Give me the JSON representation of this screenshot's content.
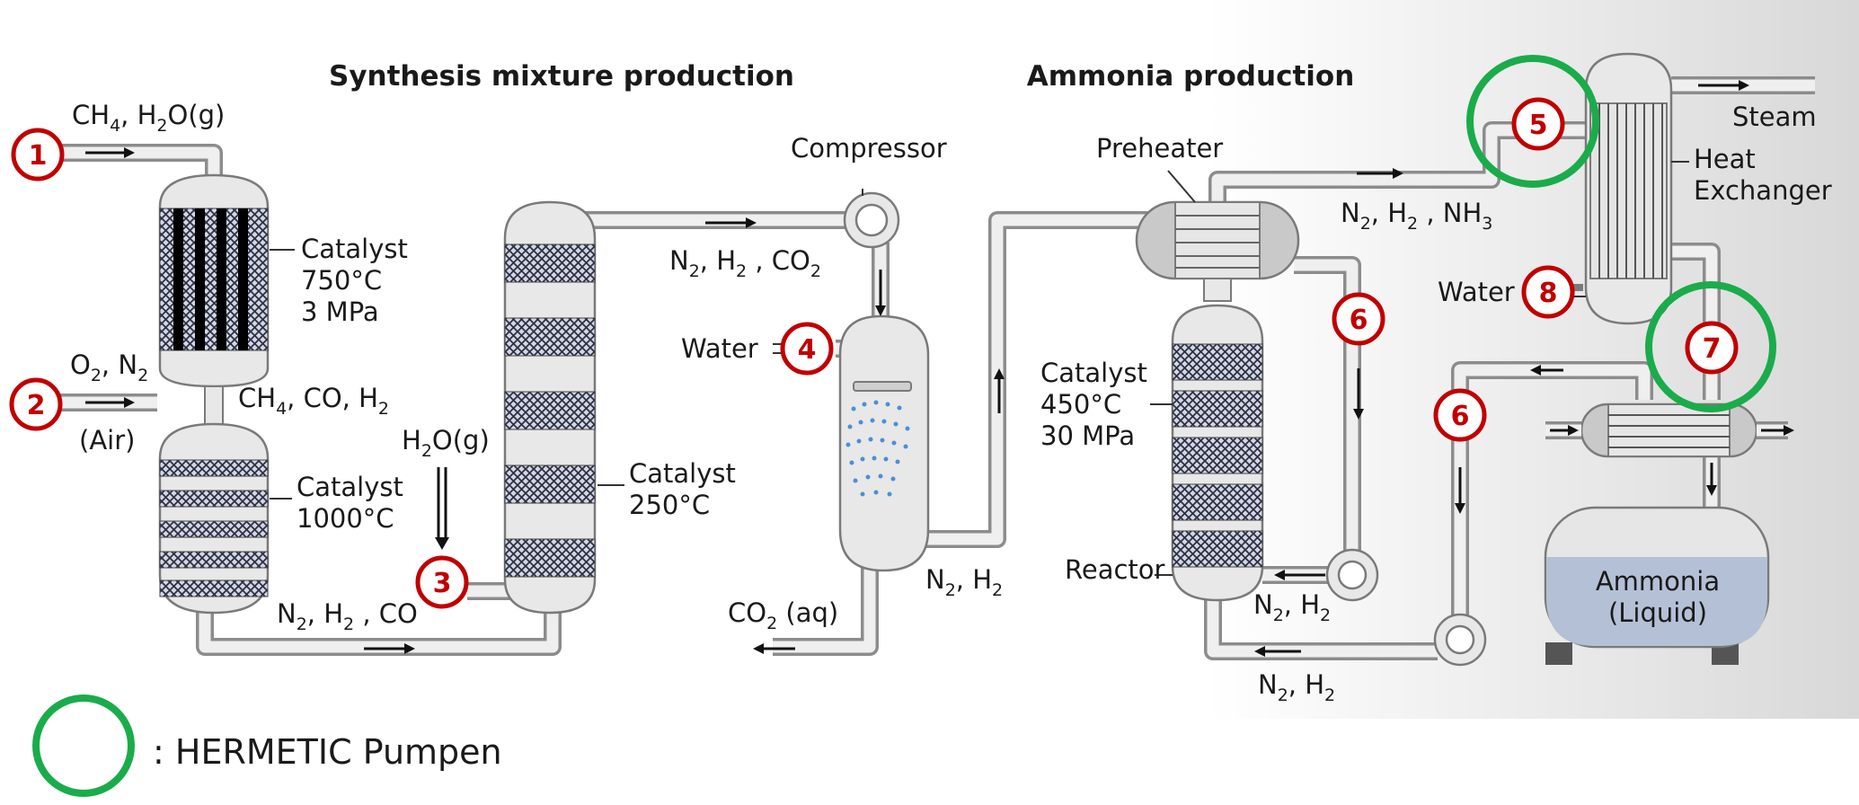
{
  "titles": {
    "synthesis": "Synthesis mixture production",
    "ammonia": "Ammonia production"
  },
  "badges": {
    "b1": "1",
    "b2": "2",
    "b3": "3",
    "b4": "4",
    "b5": "5",
    "b6a": "6",
    "b6b": "6",
    "b7": "7",
    "b8": "8"
  },
  "labels": {
    "ch4_h2o_main": "CH",
    "ch4_h2o_sub1": "4",
    "ch4_h2o_mid": ", H",
    "ch4_h2o_sub2": "2",
    "ch4_h2o_end": "O(g)",
    "o2_main": "O",
    "o2_sub": "2",
    "o2_mid": ", N",
    "o2_sub2": "2",
    "air": "(Air)",
    "cat1_l1": "Catalyst",
    "cat1_l2": "750°C",
    "cat1_l3": "3 MPa",
    "cat2_l1": "Catalyst",
    "cat2_l2": "1000°C",
    "ch4coh2_main": "CH",
    "ch4coh2_sub": "4",
    "ch4coh2_mid": ", CO, H",
    "ch4coh2_sub2": "2",
    "h2o_g_main": "H",
    "h2o_g_sub": "2",
    "h2o_g_end": "O(g)",
    "n2h2co_a": "N",
    "n2h2co_s1": "2",
    "n2h2co_b": ", H",
    "n2h2co_s2": "2",
    "n2h2co_c": " , CO",
    "cat3_l1": "Catalyst",
    "cat3_l2": "250°C",
    "compressor": "Compressor",
    "n2h2co2_a": "N",
    "n2h2co2_s1": "2",
    "n2h2co2_b": ", H",
    "n2h2co2_s2": "2",
    "n2h2co2_c": " , CO",
    "n2h2co2_s3": "2",
    "water1": "Water",
    "co2aq_a": "CO",
    "co2aq_s": "2",
    "co2aq_b": " (aq)",
    "n2h2_1a": "N",
    "n2h2_1s1": "2",
    "n2h2_1b": ", H",
    "n2h2_1s2": "2",
    "preheater": "Preheater",
    "cat4_l1": "Catalyst",
    "cat4_l2": "450°C",
    "cat4_l3": "30 MPa",
    "reactor": "Reactor",
    "n2h2nh3_a": "N",
    "n2h2nh3_s1": "2",
    "n2h2nh3_b": ", H",
    "n2h2nh3_s2": "2",
    "n2h2nh3_c": " , NH",
    "n2h2nh3_s3": "3",
    "n2h2_2a": "N",
    "n2h2_2s1": "2",
    "n2h2_2b": ", H",
    "n2h2_2s2": "2",
    "n2h2_3a": "N",
    "n2h2_3s1": "2",
    "n2h2_3b": ", H",
    "n2h2_3s2": "2",
    "steam": "Steam",
    "hx_l1": "Heat",
    "hx_l2": "Exchanger",
    "water2": "Water",
    "ammonia_l1": "Ammonia",
    "ammonia_l2": "(Liquid)"
  },
  "legend": {
    "text": ": HERMETIC Pumpen"
  },
  "colors": {
    "highlight_ring": "#1aac4a",
    "badge_red": "#c00000",
    "liquid": "#b4c0d6",
    "spray": "#4a8fd6"
  }
}
